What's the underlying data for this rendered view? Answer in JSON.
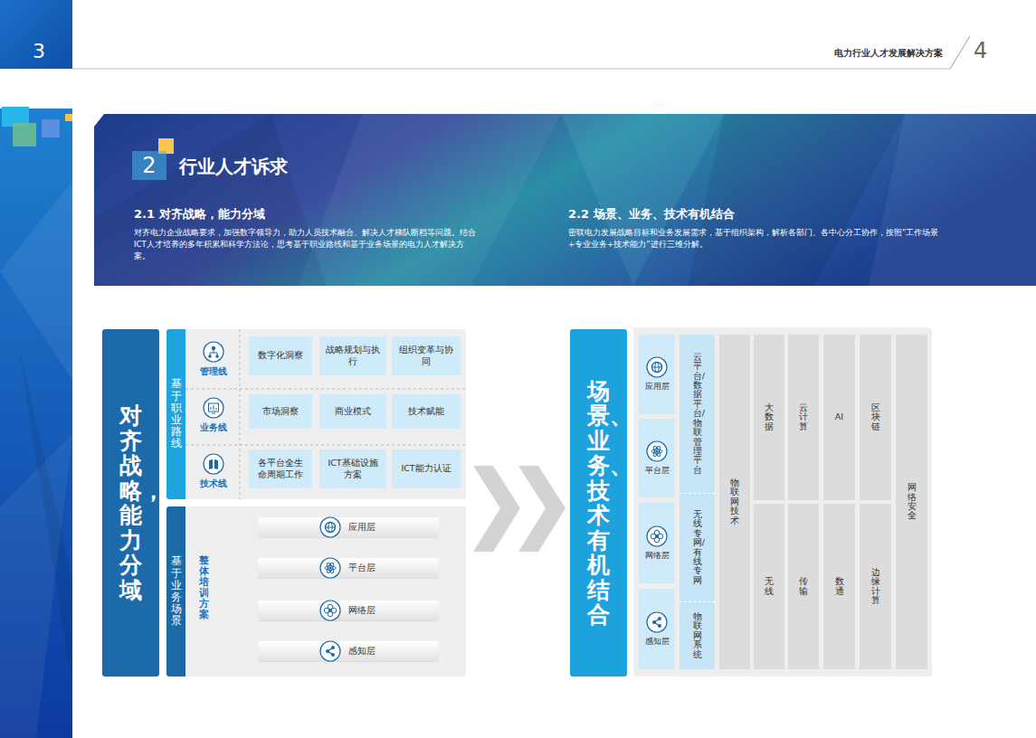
{
  "diagram": {
    "title": "行业人才诉求",
    "nodes": [
      {
        "text": [
          "对齐战略，能力分域"
        ]
      },
      {
        "text": [
          "基于职业路线"
        ]
      },
      {
        "text": [
          "管理线"
        ],
        "in": 1
      },
      {
        "text": [
          "数字化洞察"
        ],
        "in": 1
      },
      {
        "text": [
          "战略规划与执行"
        ],
        "in": 1
      },
      {
        "text": [
          "组织变革与协同"
        ],
        "in": 1
      },
      {
        "text": [
          "业务线"
        ],
        "in": 1
      },
      {
        "text": [
          "市场洞察"
        ],
        "in": 1
      },
      {
        "text": [
          "商业模式"
        ],
        "in": 1
      },
      {
        "text": [
          "技术赋能"
        ],
        "in": 1
      },
      {
        "text": [
          "技术线"
        ],
        "in": 1
      },
      {
        "text": [
          "各平台全生命周期工作"
        ],
        "in": 1
      },
      {
        "text": [
          "ICT基础设施方案"
        ],
        "in": 1
      },
      {
        "text": [
          "ICT能力认证"
        ],
        "in": 1
      },
      {
        "text": [
          "基于业务场景"
        ]
      },
      {
        "text": [
          "整体培训方案"
        ],
        "in": 14
      },
      {
        "text": [
          "应用层"
        ],
        "in": 14
      },
      {
        "text": [
          "平台层"
        ],
        "in": 14
      },
      {
        "text": [
          "网络层"
        ],
        "in": 14
      },
      {
        "text": [
          "感知层"
        ],
        "in": 14
      },
      {
        "text": [
          "场景、业务、技术有机结合"
        ]
      },
      {
        "text": [
          "应用层"
        ]
      },
      {
        "text": [
          "平台层"
        ]
      },
      {
        "text": [
          "网络层"
        ]
      },
      {
        "text": [
          "感知层"
        ]
      },
      {
        "text": [
          "云平台/数据平台/物联管理平台"
        ]
      },
      {
        "text": [
          "无线专网/有线专网"
        ]
      },
      {
        "text": [
          "物联网系统"
        ]
      },
      {
        "text": [
          "物联网技术"
        ]
      },
      {
        "text": [
          "大数据"
        ]
      },
      {
        "text": [
          "无线"
        ]
      },
      {
        "text": [
          "云计算"
        ]
      },
      {
        "text": [
          "传输"
        ]
      },
      {
        "text": [
          "AI"
        ]
      },
      {
        "text": [
          "数通"
        ]
      },
      {
        "text": [
          "区块链"
        ]
      },
      {
        "text": [
          "边缘计算"
        ]
      },
      {
        "text": [
          "网络安全"
        ]
      }
    ],
    "edges": [
      {
        "from": 15,
        "to": 16,
        "arrow": "none"
      },
      {
        "from": 15,
        "to": 17,
        "arrow": "none"
      },
      {
        "from": 15,
        "to": 18,
        "arrow": "none"
      },
      {
        "from": 15,
        "to": 19,
        "arrow": "none"
      }
    ],
    "labels": [
      "3",
      "电力行业人才发展解决方案",
      "4",
      "2",
      "2.1 对齐战略，能力分域",
      "对齐电力企业战略要求，加强数字领导力，助力人员技术融合、解决人才梯队断档等问题。结合ICT人才培养的多年积累和科学方法论，思考基于职业路线和基于业务场景的电力人才解决方案。",
      "2.2 场景、业务、技术有机结合",
      "密联电力发展战略目标和业务发展需求，基于组织架构，解析各部门、各中心分工协作，按照“工作场景+专业业务+技术能力”进行三维分解。"
    ]
  }
}
